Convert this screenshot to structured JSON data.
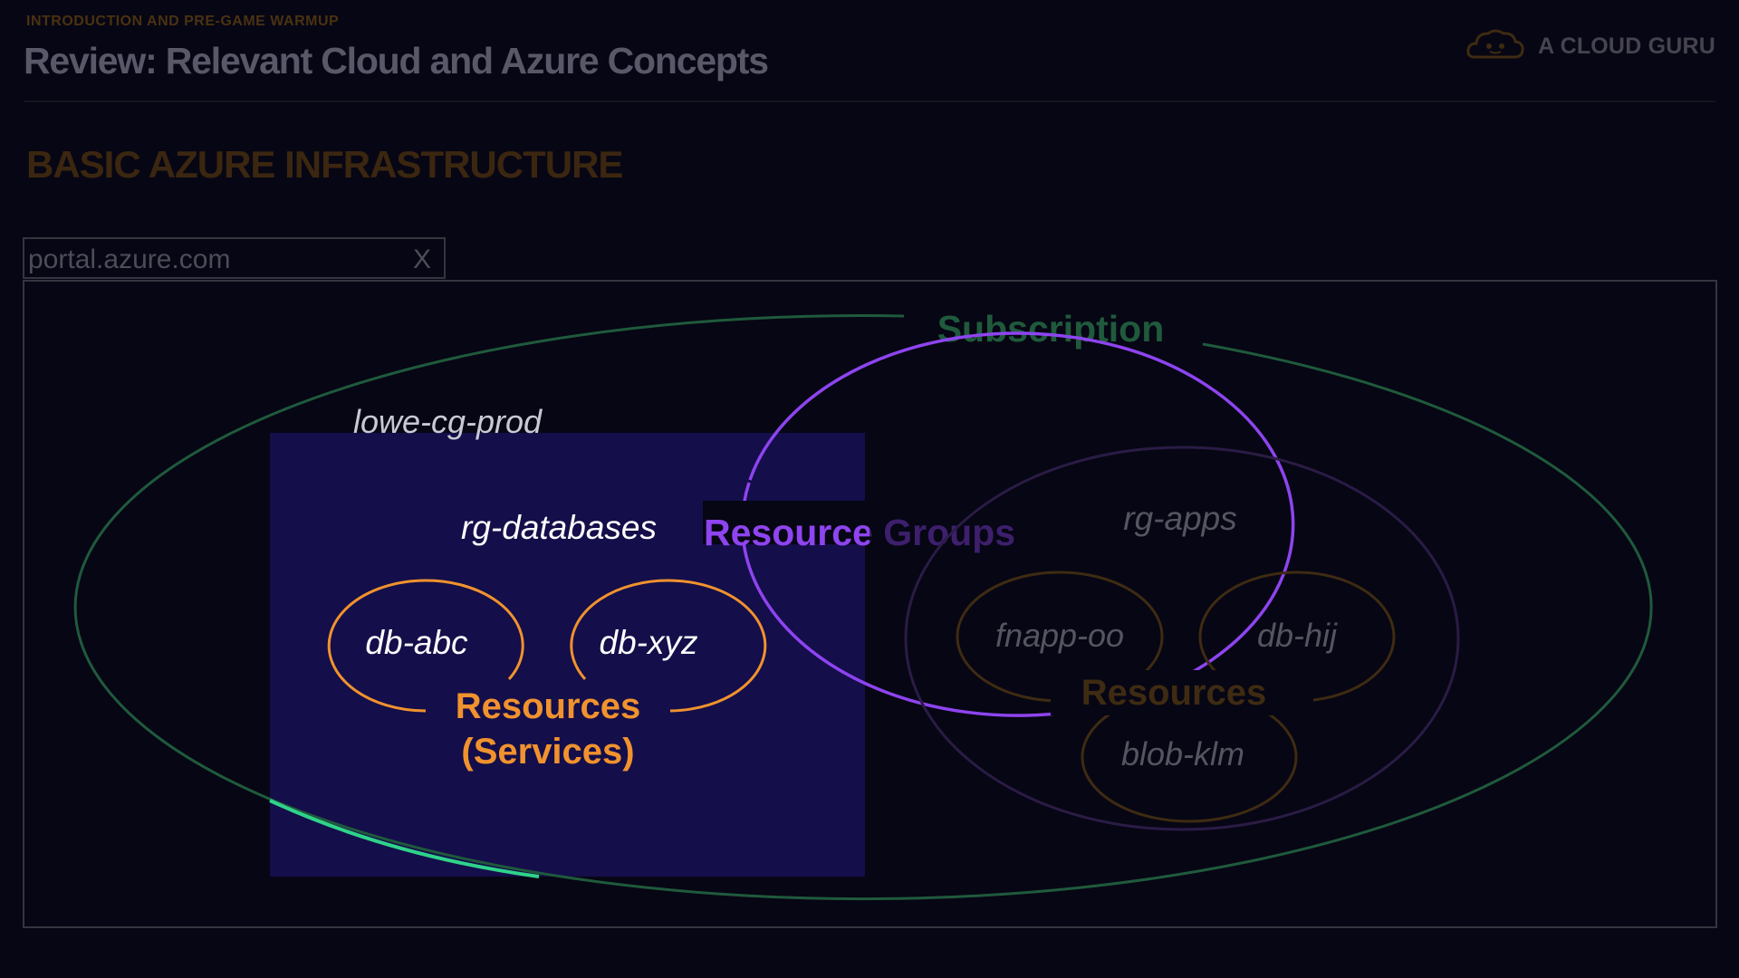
{
  "header": {
    "eyebrow": "INTRODUCTION AND PRE-GAME WARMUP",
    "title": "Review: Relevant Cloud and Azure Concepts",
    "brand": "A CLOUD GURU",
    "brand_icon": "cloud-logo-icon"
  },
  "section": {
    "title": "BASIC AZURE INFRASTRUCTURE"
  },
  "portal": {
    "url": "portal.azure.com",
    "close_label": "X"
  },
  "diagram": {
    "subscription_label": "Subscription",
    "subscription_name": "lowe-cg-prod",
    "resource_groups_label": "Resource Groups",
    "rg_databases": {
      "name": "rg-databases",
      "resources": [
        "db-abc",
        "db-xyz"
      ],
      "resources_label_line1": "Resources",
      "resources_label_line2": "(Services)"
    },
    "rg_apps": {
      "name": "rg-apps",
      "resources": [
        "fnapp-oo",
        "db-hij",
        "blob-klm"
      ],
      "resources_label": "Resources"
    }
  },
  "colors": {
    "background": "#070614",
    "subscription": "#1f5a3c",
    "subscription_highlight": "#2fd38a",
    "resource_group": "#8e44f0",
    "resource": "#f0922e",
    "focus_panel": "#140e4a"
  }
}
